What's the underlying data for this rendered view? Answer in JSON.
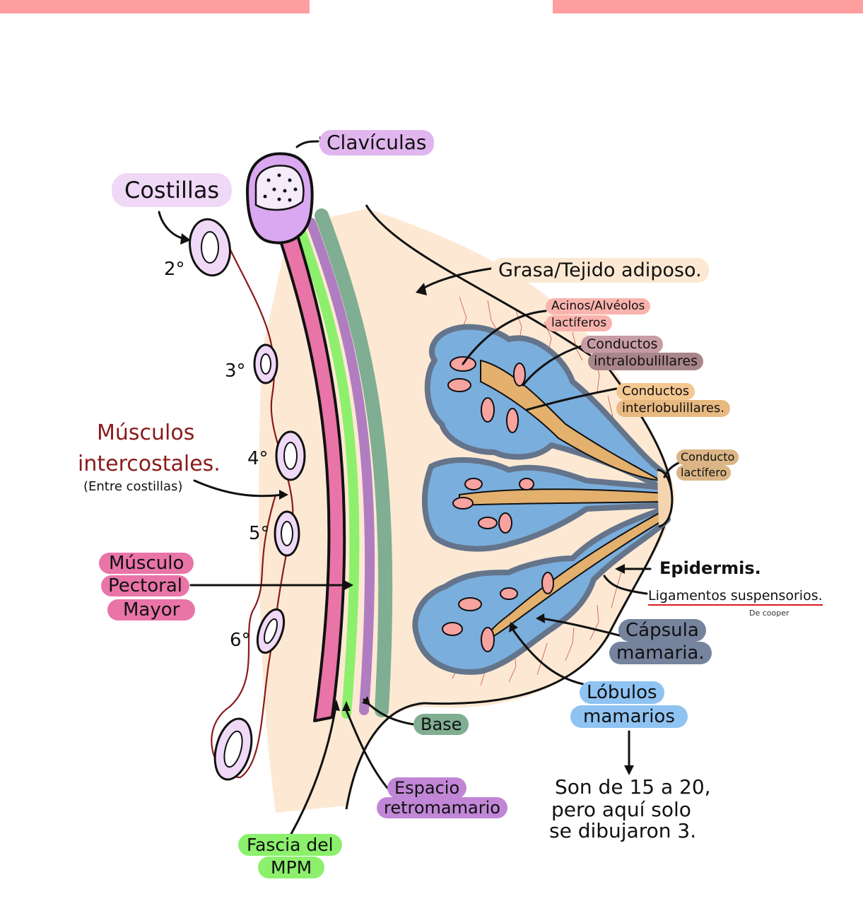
{
  "labels": {
    "claviculas": "Clavículas",
    "costillas": "Costillas",
    "rib_2": "2°",
    "rib_3": "3°",
    "rib_4": "4°",
    "rib_5": "5°",
    "rib_6": "6°",
    "grasa": "Grasa/Tejido adiposo.",
    "acinos_1": "Acinos/Alvéolos",
    "acinos_2": "lactíferos",
    "intra_1": "Conductos",
    "intra_2": "intralobulillares",
    "inter_1": "Conductos",
    "inter_2": "interlobulillares.",
    "lactifero_1": "Conducto",
    "lactifero_2": "lactífero",
    "musculos_1": "Músculos",
    "musculos_2": "intercostales.",
    "musculos_3": "(Entre costillas)",
    "pectoral_1": "Músculo",
    "pectoral_2": "Pectoral",
    "pectoral_3": "Mayor",
    "epidermis": "Epidermis.",
    "ligamentos": "Ligamentos suspensorios.",
    "de_cooper": "De cooper",
    "capsula_1": "Cápsula",
    "capsula_2": "mamaria.",
    "lobulos_1": "Lóbulos",
    "lobulos_2": "mamarios",
    "base": "Base",
    "espacio_1": "Espacio",
    "espacio_2": "retromamario",
    "fascia_1": "Fascia del",
    "fascia_2": "MPM",
    "note_1": "Son de 15 a 20,",
    "note_2": "pero aquí solo",
    "note_3": "se dibujaron 3."
  },
  "colors": {
    "banner": "#ff9e9e",
    "adipose": "#fde9d3",
    "pectoral": "#e974a8",
    "fascia": "#8cf06c",
    "retromammary": "#b07dc1",
    "base": "#7fae92",
    "lobule": "#7aaedc",
    "lobule_outline": "#64748b",
    "duct": "#e3b06e",
    "alveoli": "#f7a3a0",
    "intercostal": "#8b1a1a",
    "clavicle": "#d9a8f0",
    "rib": "#efd9f7"
  }
}
